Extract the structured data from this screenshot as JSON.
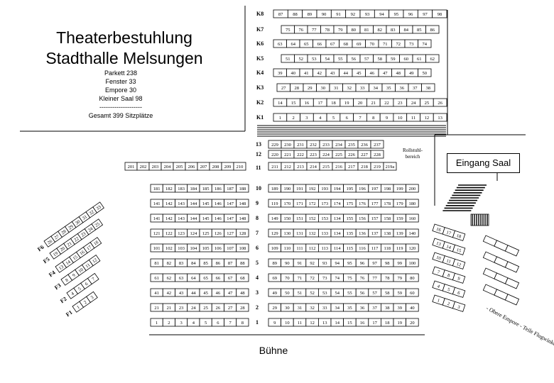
{
  "title": {
    "line1": "Theaterbestuhlung",
    "line2": "Stadthalle Melsungen"
  },
  "capacity": {
    "parkett": "Parkett 238",
    "fenster": "Fenster 33",
    "empore": "Empore 30",
    "kleiner_saal": "Kleiner Saal 98",
    "separator": "--------------------",
    "gesamt": "Gesamt 399 Sitzplätze"
  },
  "stage": "Bühne",
  "entrance": "Eingang Saal",
  "wheelchair": {
    "line1": "Rollstuhl-",
    "line2": "bereich"
  },
  "balcony_note": "- Obere Empore - Teile Flugwinkel -",
  "k_rows": [
    {
      "label": "K8",
      "seats": [
        "87",
        "88",
        "89",
        "90",
        "91",
        "92",
        "93",
        "94",
        "95",
        "96",
        "97",
        "98"
      ]
    },
    {
      "label": "K7",
      "seats": [
        "75",
        "76",
        "77",
        "78",
        "79",
        "80",
        "81",
        "82",
        "83",
        "84",
        "85",
        "86"
      ]
    },
    {
      "label": "K6",
      "seats": [
        "63",
        "64",
        "65",
        "66",
        "67",
        "68",
        "69",
        "70",
        "71",
        "72",
        "73",
        "74"
      ]
    },
    {
      "label": "K5",
      "seats": [
        "51",
        "52",
        "53",
        "54",
        "55",
        "56",
        "57",
        "58",
        "59",
        "60",
        "61",
        "62"
      ]
    },
    {
      "label": "K4",
      "seats": [
        "39",
        "40",
        "41",
        "42",
        "43",
        "44",
        "45",
        "46",
        "47",
        "48",
        "49",
        "50"
      ]
    },
    {
      "label": "K3",
      "seats": [
        "27",
        "28",
        "29",
        "30",
        "31",
        "32",
        "33",
        "34",
        "35",
        "36",
        "37",
        "38"
      ]
    },
    {
      "label": "K2",
      "seats": [
        "14",
        "15",
        "16",
        "17",
        "18",
        "19",
        "20",
        "21",
        "22",
        "23",
        "24",
        "25",
        "26"
      ]
    },
    {
      "label": "K1",
      "seats": [
        "1",
        "2",
        "3",
        "4",
        "5",
        "6",
        "7",
        "8",
        "9",
        "10",
        "11",
        "12",
        "13"
      ]
    }
  ],
  "upper_rows": [
    {
      "label": "13",
      "seats": [
        "229",
        "230",
        "231",
        "232",
        "233",
        "234",
        "235",
        "236",
        "237"
      ]
    },
    {
      "label": "12",
      "seats": [
        "220",
        "221",
        "222",
        "223",
        "224",
        "225",
        "226",
        "227",
        "228"
      ]
    },
    {
      "label": "11",
      "left": [
        "201",
        "202",
        "203",
        "204",
        "205",
        "206",
        "207",
        "208",
        "209",
        "210"
      ],
      "right": [
        "211",
        "212",
        "213",
        "214",
        "215",
        "216",
        "217",
        "218",
        "219",
        "219a"
      ]
    }
  ],
  "parkett_rows": [
    {
      "label": "10",
      "left": [
        "181",
        "182",
        "183",
        "184",
        "185",
        "186",
        "187",
        "188"
      ],
      "right": [
        "189",
        "190",
        "191",
        "192",
        "193",
        "194",
        "195",
        "196",
        "197",
        "198",
        "199",
        "200"
      ]
    },
    {
      "label": "9",
      "left": [
        "141",
        "142",
        "143",
        "144",
        "145",
        "146",
        "147",
        "148"
      ],
      "right": [
        "119",
        "170",
        "171",
        "172",
        "173",
        "174",
        "175",
        "176",
        "177",
        "178",
        "179",
        "180"
      ]
    },
    {
      "label": "8",
      "left": [
        "141",
        "142",
        "143",
        "144",
        "145",
        "146",
        "147",
        "148"
      ],
      "right": [
        "149",
        "150",
        "151",
        "152",
        "153",
        "134",
        "155",
        "156",
        "157",
        "158",
        "159",
        "160"
      ]
    },
    {
      "label": "7",
      "left": [
        "121",
        "122",
        "123",
        "124",
        "125",
        "126",
        "127",
        "128"
      ],
      "right": [
        "129",
        "130",
        "131",
        "132",
        "133",
        "134",
        "135",
        "136",
        "137",
        "138",
        "139",
        "140"
      ]
    },
    {
      "label": "6",
      "left": [
        "101",
        "102",
        "103",
        "104",
        "105",
        "106",
        "107",
        "108"
      ],
      "right": [
        "109",
        "110",
        "111",
        "112",
        "113",
        "114",
        "115",
        "116",
        "117",
        "118",
        "119",
        "120"
      ]
    },
    {
      "label": "5",
      "left": [
        "81",
        "82",
        "83",
        "84",
        "85",
        "86",
        "87",
        "88"
      ],
      "right": [
        "89",
        "90",
        "91",
        "92",
        "93",
        "94",
        "95",
        "96",
        "97",
        "98",
        "99",
        "100"
      ]
    },
    {
      "label": "4",
      "left": [
        "61",
        "62",
        "63",
        "64",
        "65",
        "66",
        "67",
        "68"
      ],
      "right": [
        "69",
        "70",
        "71",
        "72",
        "73",
        "74",
        "75",
        "76",
        "77",
        "78",
        "79",
        "80"
      ]
    },
    {
      "label": "3",
      "left": [
        "41",
        "42",
        "43",
        "44",
        "45",
        "46",
        "47",
        "48"
      ],
      "right": [
        "49",
        "50",
        "51",
        "52",
        "53",
        "54",
        "55",
        "56",
        "57",
        "58",
        "59",
        "60"
      ]
    },
    {
      "label": "2",
      "left": [
        "21",
        "21",
        "23",
        "24",
        "25",
        "26",
        "27",
        "28"
      ],
      "right": [
        "29",
        "30",
        "31",
        "32",
        "33",
        "34",
        "35",
        "36",
        "37",
        "38",
        "39",
        "40"
      ]
    },
    {
      "label": "1",
      "left": [
        "1",
        "2",
        "3",
        "4",
        "5",
        "6",
        "7",
        "8"
      ],
      "right": [
        "9",
        "10",
        "11",
        "12",
        "13",
        "14",
        "15",
        "16",
        "17",
        "18",
        "19",
        "20"
      ]
    }
  ],
  "fenster_rows": [
    {
      "label": "F6",
      "seats": [
        "26",
        "27",
        "28",
        "29",
        "30",
        "31",
        "32",
        "33"
      ]
    },
    {
      "label": "F5",
      "seats": [
        "19",
        "20",
        "21",
        "22",
        "23",
        "24",
        "25"
      ]
    },
    {
      "label": "F4",
      "seats": [
        "13",
        "14",
        "15",
        "16",
        "17",
        "18"
      ]
    },
    {
      "label": "F3",
      "seats": [
        "8",
        "9",
        "10",
        "11",
        "12"
      ]
    },
    {
      "label": "F2",
      "seats": [
        "4",
        "5",
        "6",
        "7"
      ]
    },
    {
      "label": "F1",
      "seats": [
        "1",
        "2",
        "3"
      ]
    }
  ],
  "empore_rows": [
    [
      "16",
      "17",
      "18"
    ],
    [
      "13",
      "14",
      "15"
    ],
    [
      "10",
      "11",
      "12"
    ],
    [
      "7",
      "8",
      "9"
    ],
    [
      "4",
      "5",
      "6"
    ],
    [
      "1",
      "2",
      "3"
    ]
  ]
}
